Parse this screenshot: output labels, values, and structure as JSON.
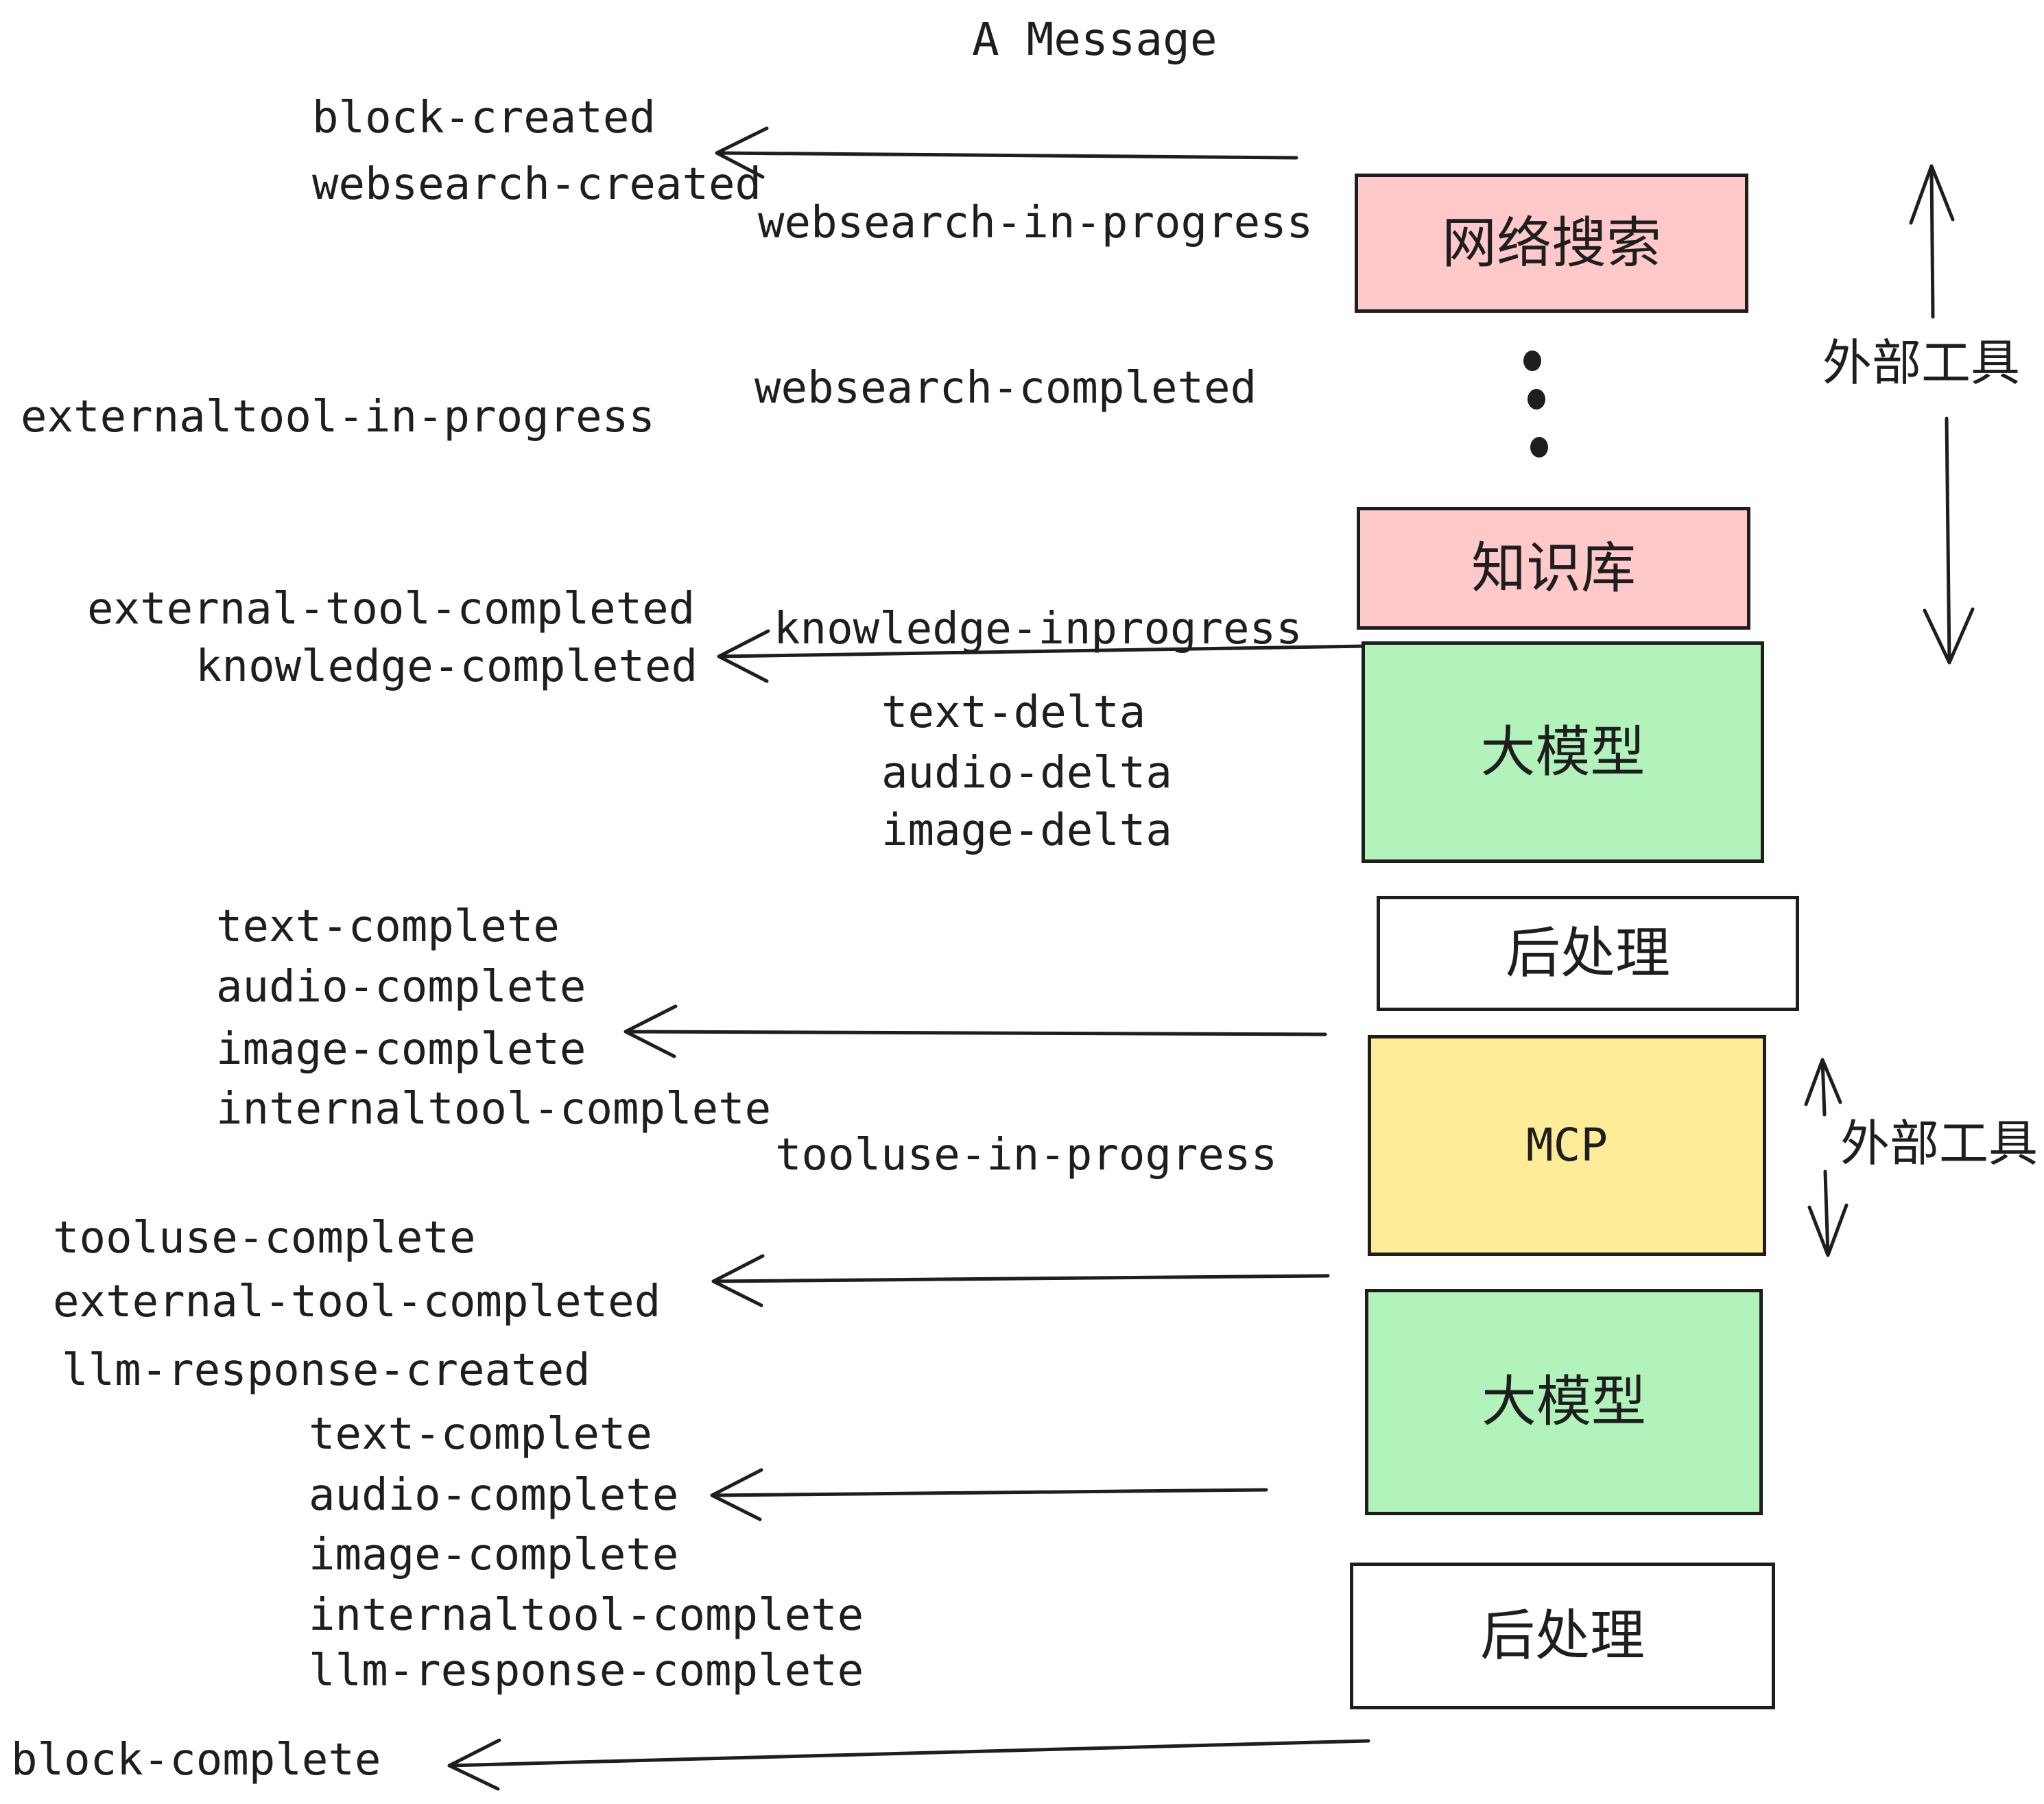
{
  "title": "A Message",
  "colors": {
    "background": "#ffffff",
    "stroke": "#1e1e1e",
    "box_pink": "#ffc9c9",
    "box_green": "#b2f2bb",
    "box_yellow": "#ffec99",
    "box_white": "#ffffff"
  },
  "events": [
    {
      "label": "block-created"
    },
    {
      "label": "websearch-created"
    },
    {
      "label": "websearch-in-progress"
    },
    {
      "label": "websearch-completed"
    },
    {
      "label": "externaltool-in-progress"
    },
    {
      "label": "knowledge-inprogress"
    },
    {
      "label": "external-tool-completed"
    },
    {
      "label": "knowledge-completed"
    },
    {
      "label": "text-delta"
    },
    {
      "label": "audio-delta"
    },
    {
      "label": "image-delta"
    },
    {
      "label": "text-complete"
    },
    {
      "label": "audio-complete"
    },
    {
      "label": "image-complete"
    },
    {
      "label": "internaltool-complete"
    },
    {
      "label": "tooluse-in-progress"
    },
    {
      "label": "tooluse-complete"
    },
    {
      "label": "external-tool-completed"
    },
    {
      "label": "llm-response-created"
    },
    {
      "label": "text-complete"
    },
    {
      "label": "audio-complete"
    },
    {
      "label": "image-complete"
    },
    {
      "label": "internaltool-complete"
    },
    {
      "label": "llm-response-complete"
    },
    {
      "label": "block-complete"
    }
  ],
  "boxes": [
    {
      "label": "网络搜索",
      "color": "#ffc9c9"
    },
    {
      "label": "知识库",
      "color": "#ffc9c9"
    },
    {
      "label": "大模型",
      "color": "#b2f2bb"
    },
    {
      "label": "后处理",
      "color": "#ffffff"
    },
    {
      "label": "MCP",
      "color": "#ffec99"
    },
    {
      "label": "大模型",
      "color": "#b2f2bb"
    },
    {
      "label": "后处理",
      "color": "#ffffff"
    }
  ],
  "annotations": [
    {
      "label": "外部工具"
    },
    {
      "label": "外部工具"
    }
  ]
}
